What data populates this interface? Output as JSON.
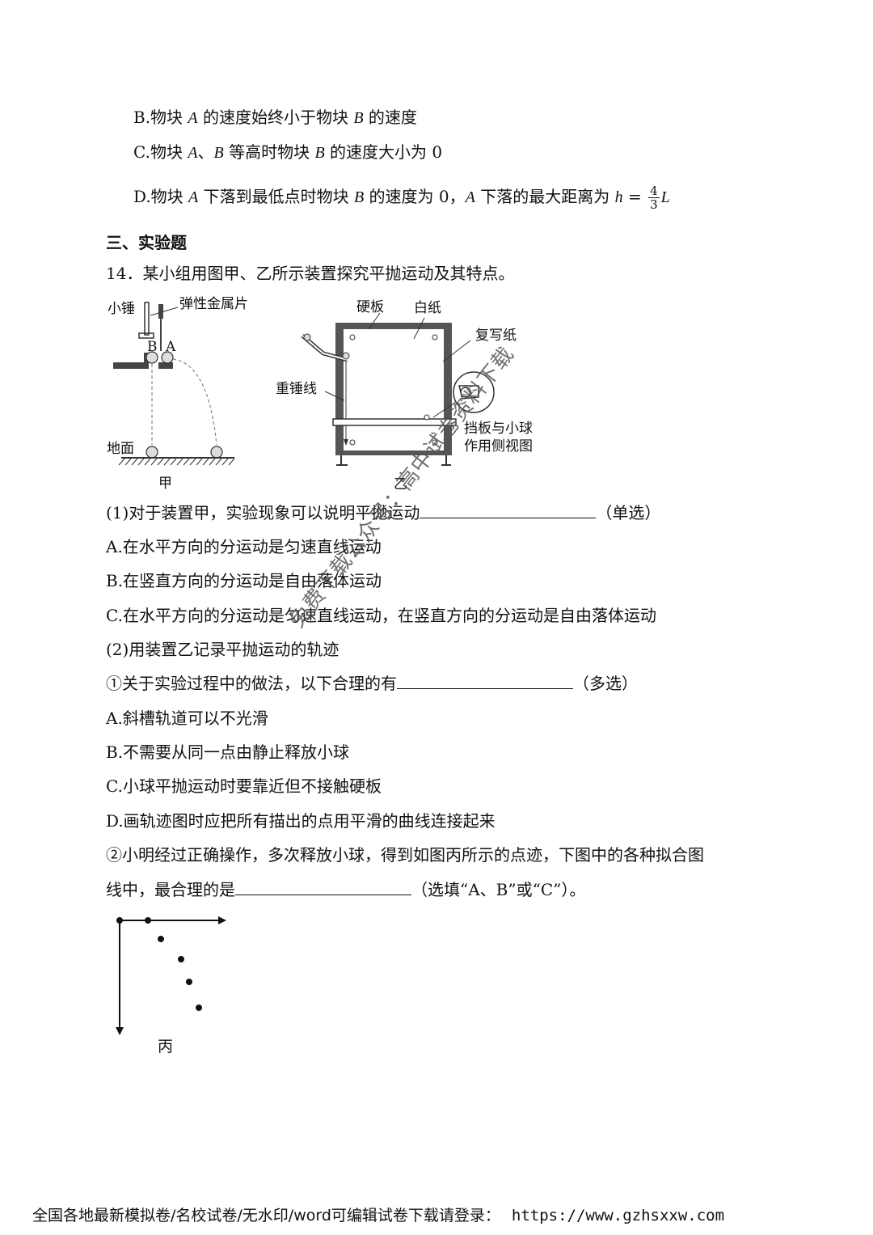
{
  "options_prev": {
    "B": [
      "B.物块 ",
      "A",
      " 的速度始终小于物块 ",
      "B",
      " 的速度"
    ],
    "C": [
      "C.物块 ",
      "A",
      "、",
      "B",
      " 等高时物块 ",
      "B",
      " 的速度大小为 0"
    ],
    "D": [
      "D.物块 ",
      "A",
      " 下落到最低点时物块 ",
      "B",
      " 的速度为 0，",
      "A",
      " 下落的最大距离为 ",
      "h",
      " = ",
      "L"
    ],
    "D_frac": {
      "num": "4",
      "den": "3"
    }
  },
  "section_title": "三、实验题",
  "q14": {
    "stem": "14．某小组用图甲、乙所示装置探究平抛运动及其特点。",
    "fig_jia": {
      "labels": {
        "hammer": "小锤",
        "spring": "弹性金属片",
        "B": "B",
        "A": "A",
        "ground": "地面",
        "caption": "甲"
      }
    },
    "fig_yi": {
      "labels": {
        "board": "硬板",
        "paper": "白纸",
        "carbon": "复写纸",
        "plumb": "重锤线",
        "side_view_1": "挡板与小球",
        "side_view_2": "作用侧视图",
        "caption": "乙"
      }
    },
    "p1": {
      "text": "(1)对于装置甲，实验现象可以说明平抛运动",
      "type": "（单选）"
    },
    "p1_opts": [
      "A.在水平方向的分运动是匀速直线运动",
      "B.在竖直方向的分运动是自由落体运动",
      "C.在水平方向的分运动是匀速直线运动，在竖直方向的分运动是自由落体运动"
    ],
    "p2": "(2)用装置乙记录平抛运动的轨迹",
    "p2_1": {
      "text": "①关于实验过程中的做法，以下合理的有",
      "type": "（多选）"
    },
    "p2_1_opts": [
      "A.斜槽轨道可以不光滑",
      "B.不需要从同一点由静止释放小球",
      "C.小球平抛运动时要靠近但不接触硬板",
      "D.画轨迹图时应把所有描出的点用平滑的曲线连接起来"
    ],
    "p2_2": {
      "line1": "②小明经过正确操作，多次释放小球，得到如图丙所示的点迹，下图中的各种拟合图",
      "line2a": "线中，最合理的是",
      "line2b": "（选填“A、B”或“C”）。"
    },
    "fig_bing": {
      "caption": "丙"
    }
  },
  "watermark": "免费下载公众号：高中试卷资料下载",
  "footer": {
    "text": "全国各地最新模拟卷/名校试卷/无水印/word可编辑试卷下载请登录：",
    "url": "https://www.gzhsxxw.com"
  }
}
